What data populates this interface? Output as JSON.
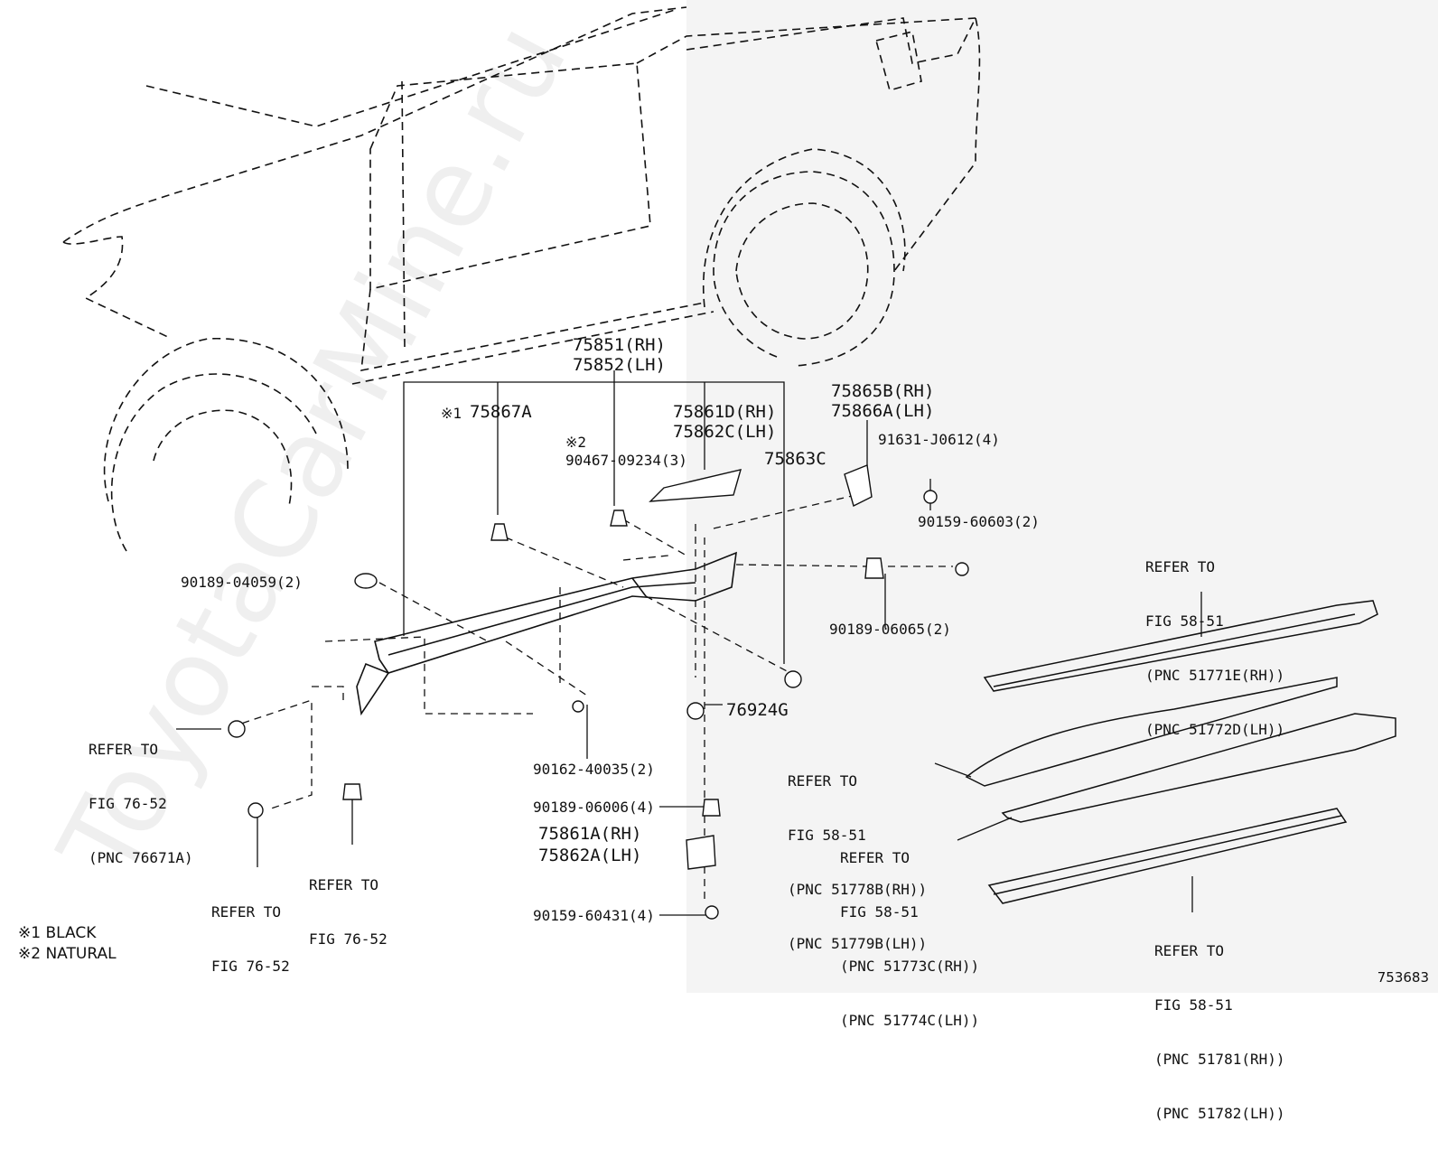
{
  "watermark": "ToyotaCarMine.ru",
  "figure_number": "753683",
  "notes": {
    "note1": "※1 BLACK",
    "note2": "※2 NATURAL"
  },
  "labels": {
    "p75851": "75851(RH)",
    "p75852": "75852(LH)",
    "p75867a_mark": "※1",
    "p75867a": "75867A",
    "p90467_mark": "※2",
    "p90467": "90467-09234(3)",
    "p75861d": "75861D(RH)",
    "p75862c": "75862C(LH)",
    "p75863c": "75863C",
    "p75865b": "75865B(RH)",
    "p75866a": "75866A(LH)",
    "p91631": "91631-J0612(4)",
    "p90159_60603": "90159-60603(2)",
    "p90189_04059": "90189-04059(2)",
    "p90189_06065": "90189-06065(2)",
    "p76924g": "76924G",
    "p90162": "90162-40035(2)",
    "p90189_06006": "90189-06006(4)",
    "p75861a": "75861A(RH)",
    "p75862a": "75862A(LH)",
    "p90159_60431": "90159-60431(4)"
  },
  "refs": {
    "r76671": {
      "l1": "REFER TO",
      "l2": "FIG 76-52",
      "l3": "(PNC 76671A)"
    },
    "r7652a": {
      "l1": "REFER TO",
      "l2": "FIG 76-52"
    },
    "r7652b": {
      "l1": "REFER TO",
      "l2": "FIG 76-52"
    },
    "r51771": {
      "l1": "REFER TO",
      "l2": "FIG 58-51",
      "l3": "(PNC 51771E(RH))",
      "l4": "(PNC 51772D(LH))"
    },
    "r51778": {
      "l1": "REFER TO",
      "l2": "FIG 58-51",
      "l3": "(PNC 51778B(RH))",
      "l4": "(PNC 51779B(LH))"
    },
    "r51773": {
      "l1": "REFER TO",
      "l2": "FIG 58-51",
      "l3": "(PNC 51773C(RH))",
      "l4": "(PNC 51774C(LH))"
    },
    "r51781": {
      "l1": "REFER TO",
      "l2": "FIG 58-51",
      "l3": "(PNC 51781(RH))",
      "l4": "(PNC 51782(LH))"
    }
  }
}
